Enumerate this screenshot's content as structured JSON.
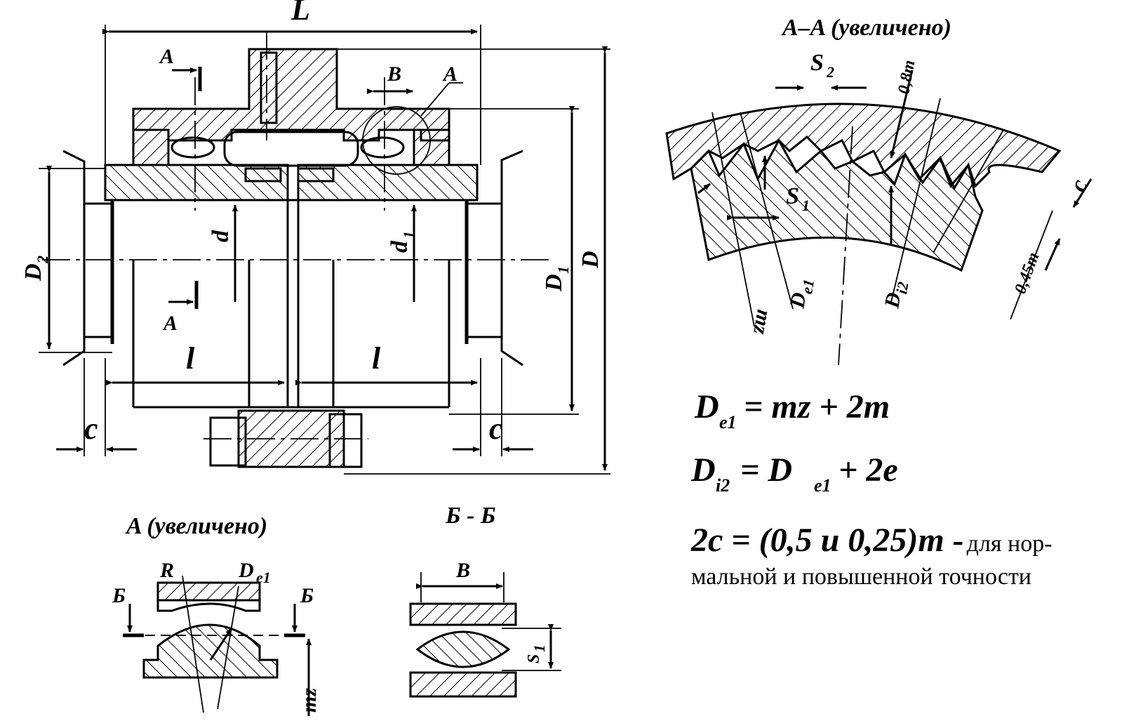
{
  "main_view": {
    "L": "L",
    "D": "D",
    "D1": "D",
    "D1_sub": "1",
    "D2": "D",
    "D2_sub": "2",
    "d": "d",
    "d1": "d",
    "d1_sub": "1",
    "l_left": "l",
    "l_right": "l",
    "c_left": "c",
    "c_right": "c",
    "B": "B",
    "A_section_top": "A",
    "A_section_bottom": "A",
    "A_detail": "A"
  },
  "section_AA": {
    "title": "A–A (увеличено)",
    "S2": "S",
    "S2_sub": "2",
    "S1": "S",
    "S1_sub": "1",
    "m08": "0,8m",
    "c": "c",
    "m045": "0,45m",
    "mz": "mz",
    "De1": "D",
    "De1_sub": "e1",
    "Di2": "D",
    "Di2_sub": "i2"
  },
  "formulas": {
    "f1_lhs": "D",
    "f1_lhs_sub": "e1",
    "f1_rhs": "= mz + 2m",
    "f2_lhs": "D",
    "f2_lhs_sub": "i2",
    "f2_mid": "= D",
    "f2_mid_sub": "e1",
    "f2_rhs": " + 2e",
    "f3_bold": "2c = (0,5 и 0,25)m -",
    "f3_normal": " для нор-",
    "f3_line2": "мальной и повышенной точности"
  },
  "detail_A": {
    "title": "A (увеличено)",
    "R": "R",
    "De1": "D",
    "De1_sub": "e1",
    "B_left": "Б",
    "B_right": "Б",
    "mz": "mz"
  },
  "section_BB": {
    "title": "Б - Б",
    "B": "B",
    "S1": "S",
    "S1_sub": "1"
  }
}
